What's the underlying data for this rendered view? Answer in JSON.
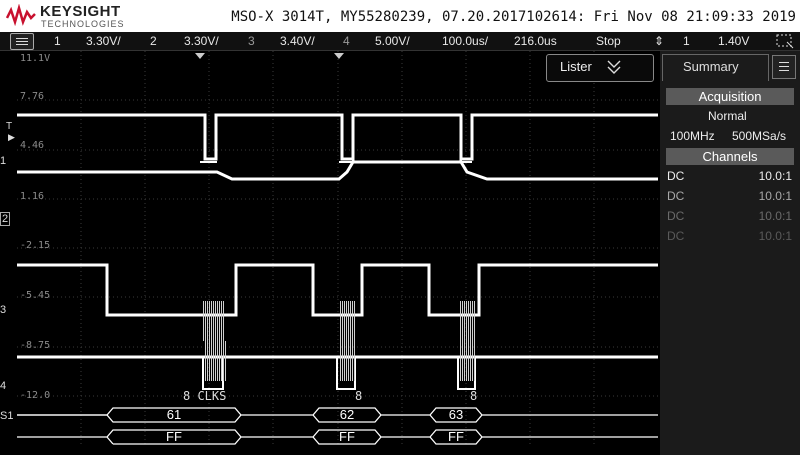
{
  "header": {
    "brand": "KEYSIGHT",
    "brand_sub": "TECHNOLOGIES",
    "title": "MSO-X 3014T, MY55280239, 07.20.2017102614: Fri Nov 08 21:09:33 2019"
  },
  "channel_bar": {
    "ch1_num": "1",
    "ch1_scale": "3.30V/",
    "ch2_num": "2",
    "ch2_scale": "3.30V/",
    "ch3_num": "3",
    "ch3_scale": "3.40V/",
    "ch4_num": "4",
    "ch4_scale": "5.00V/",
    "timebase": "100.0us/",
    "delay": "216.0us",
    "run_state": "Stop",
    "trig_source": "1",
    "trig_level": "1.40V"
  },
  "grid": {
    "tick_labels": [
      "11.1V",
      "7.76",
      "4.46",
      "1.16",
      "-2.15",
      "-5.45",
      "-8.75",
      "-12.0"
    ],
    "channel_markers": {
      "ch1": "1",
      "ch2": "2",
      "ch3": "3",
      "ch4": "4",
      "serial": "S1"
    },
    "t_marker": "T"
  },
  "lister": {
    "label": "Lister"
  },
  "panel": {
    "tab_label": "Summary",
    "acquisition_header": "Acquisition",
    "acq_mode": "Normal",
    "bandwidth": "100MHz",
    "sample_rate": "500MSa/s",
    "channels_header": "Channels",
    "channels": [
      {
        "coupling": "DC",
        "probe": "10.0:1"
      },
      {
        "coupling": "DC",
        "probe": "10.0:1"
      },
      {
        "coupling": "DC",
        "probe": "10.0:1"
      },
      {
        "coupling": "DC",
        "probe": "10.0:1"
      }
    ]
  },
  "decode": {
    "annotations": [
      "8 CLKS",
      "8",
      "8"
    ],
    "bytes_row1": [
      "61",
      "62",
      "63"
    ],
    "bytes_row2": [
      "FF",
      "FF",
      "FF"
    ]
  },
  "colors": {
    "trace": "#ffffff",
    "grid": "#3a3a3a",
    "panel_header": "#5a5a5a"
  }
}
